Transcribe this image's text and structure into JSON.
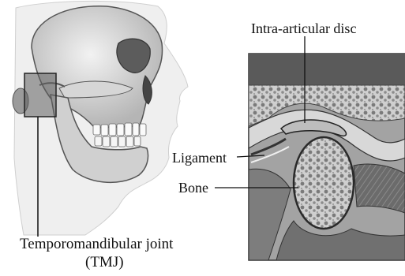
{
  "labels": {
    "disc": "Intra-articular disc",
    "ligament": "Ligament",
    "bone": "Bone",
    "tmj_line1": "Temporomandibular joint",
    "tmj_line2": "(TMJ)"
  },
  "colors": {
    "background": "#ffffff",
    "skull": "#d9d9d9",
    "head_silhouette": "#efefef",
    "bone_texture": "#9a9a9a",
    "outline": "#3a3a3a"
  },
  "icons": [
    "skull-illustration",
    "joint-cross-section-illustration"
  ]
}
